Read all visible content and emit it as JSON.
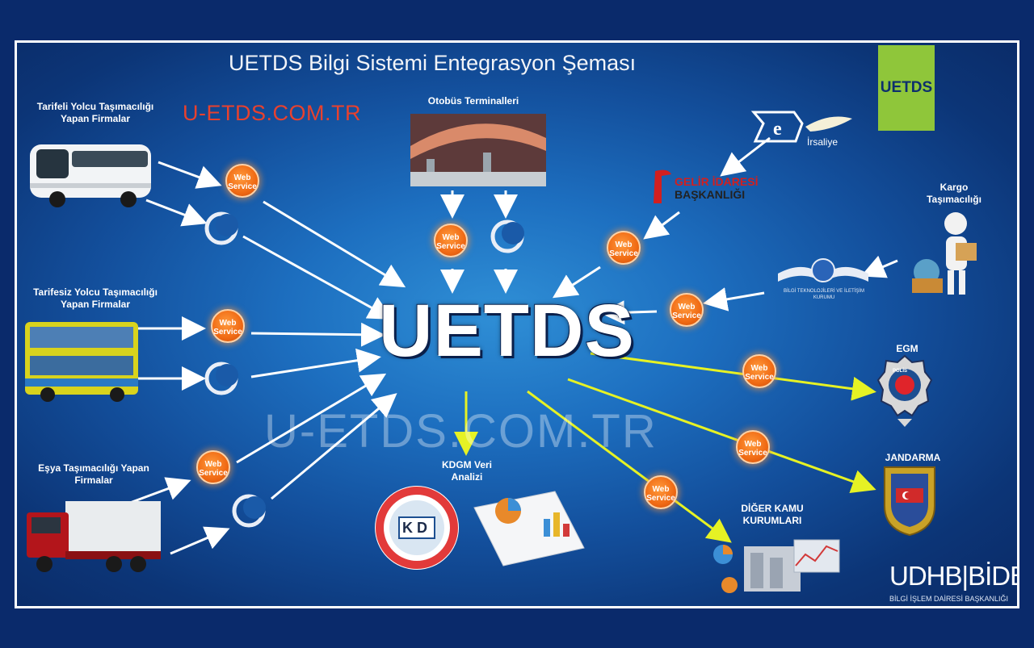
{
  "header": {
    "title": "UETDS Bilgi Sistemi Entegrasyon Şeması",
    "url_red": "U-ETDS.COM.TR",
    "badge": "UETDS"
  },
  "center": {
    "main": "UETDS",
    "watermark": "U-ETDS.COM.TR"
  },
  "sources": {
    "tarifeli": "Tarifeli Yolcu Taşımacılığı Yapan Firmalar",
    "tarifesiz": "Tarifesiz Yolcu Taşımacılığı Yapan Firmalar",
    "esya": "Eşya Taşımacılığı Yapan Firmalar",
    "terminal": "Otobüs Terminalleri",
    "eirsaliye": "İrsaliye",
    "gib_line1": "GELİR İDARESİ",
    "gib_line2": "BAŞKANLIĞI",
    "kargo": "Kargo Taşımacılığı",
    "btk": "BİLGİ TEKNOLOJİLERİ VE İLETİŞİM KURUMU"
  },
  "targets": {
    "egm": "EGM",
    "polis": "POLİS",
    "jandarma": "JANDARMA",
    "kdgm": "KDGM Veri Analizi",
    "kd": "K D",
    "diger": "DİĞER KAMU KURUMLARI"
  },
  "web_service_label": "Web Service",
  "footer": {
    "udhb": "UDHB|BİDB",
    "udhb_sub": "BİLGİ İŞLEM DAİRESİ BAŞKANLIĞI"
  },
  "colors": {
    "arrow_in": "#ffffff",
    "arrow_out": "#e6f224",
    "badge_green": "#8fc63a",
    "brand_red": "#e8412e"
  }
}
